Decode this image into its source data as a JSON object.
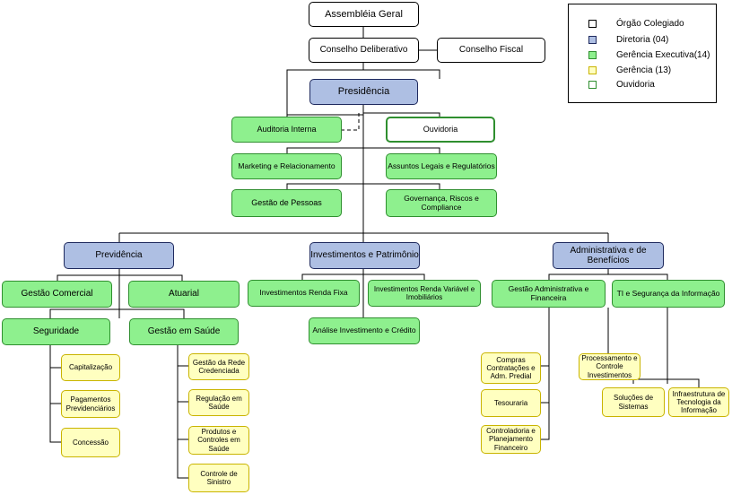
{
  "legend": {
    "items": [
      {
        "label": "Órgão Colegiado",
        "color": "#ffffff",
        "border": "#000000"
      },
      {
        "label": "Diretoria (04)",
        "color": "#aebfe3",
        "border": "#1f2a5e"
      },
      {
        "label": "Gerência Executiva(14)",
        "color": "#8ef08e",
        "border": "#2f8f2f"
      },
      {
        "label": "Gerência  (13)",
        "color": "#ffffc0",
        "border": "#c9b400"
      },
      {
        "label": "Ouvidoria",
        "color": "#ffffff",
        "border": "#2f8f2f"
      }
    ]
  },
  "org": {
    "assembleia": "Assembléia Geral",
    "conselho_deliberativo": "Conselho Deliberativo",
    "conselho_fiscal": "Conselho Fiscal",
    "presidencia": "Presidência",
    "auditoria": "Auditoria Interna",
    "ouvidoria": "Ouvidoria",
    "marketing": "Marketing e Relacionamento",
    "assuntos_legais": "Assuntos Legais e Regulatórios",
    "gestao_pessoas": "Gestão de Pessoas",
    "governanca": "Governança, Riscos e Compliance",
    "previdencia": "Previdência",
    "investimentos": "Investimentos e Patrimônio",
    "administrativa": "Administrativa e de Benefícios",
    "gestao_comercial": "Gestão Comercial",
    "atuarial": "Atuarial",
    "seguridade": "Seguridade",
    "gestao_saude": "Gestão em Saúde",
    "capitalizacao": "Capitalização",
    "pagamentos": "Pagamentos Previdenciários",
    "concessao": "Concessão",
    "gestao_rede": "Gestão da Rede Credenciada",
    "regulacao": "Regulação em Saúde",
    "produtos_controles": "Produtos e Controles em Saúde",
    "controle_sinistro": "Controle de Sinistro",
    "renda_fixa": "Investimentos Renda Fixa",
    "renda_variavel": "Investimentos Renda Variável e Imobiliários",
    "analise_credito": "Análise Investimento e Crédito",
    "gestao_adm_fin": "Gestão Administrativa e Financeira",
    "ti_seguranca": "TI e Segurança da Informação",
    "compras": "Compras Contratações e Adm. Predial",
    "tesouraria": "Tesouraria",
    "controladoria": "Controladoria e Planejamento Financeiro",
    "processamento": "Processamento e Controle Investimentos",
    "solucoes": "Soluções de Sistemas",
    "infraestrutura": "Infraestrutura de Tecnologia da Informação"
  }
}
